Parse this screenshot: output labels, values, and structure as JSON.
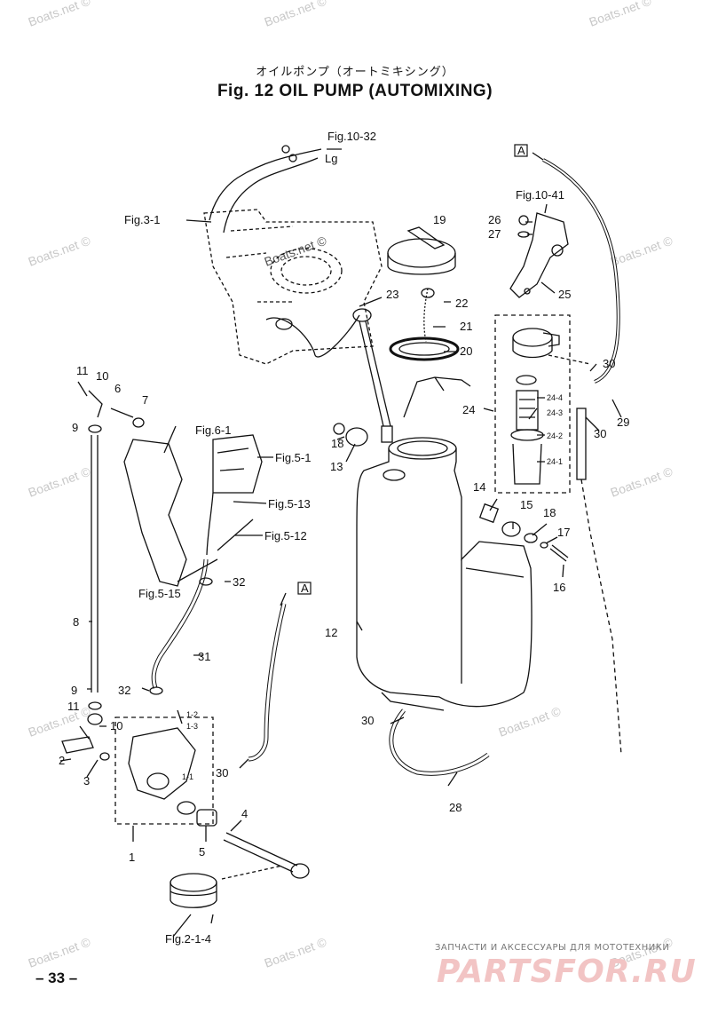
{
  "header": {
    "title_jp": "オイルポンプ（オートミキシング）",
    "title_en": "Fig. 12    OIL PUMP   (AUTOMIXING)"
  },
  "watermark": "Boats.net ©",
  "page_number": "– 33 –",
  "brand": {
    "subtitle": "ЗАПЧАСТИ И АКСЕССУАРЫ ДЛЯ МОТОТЕХНИКИ",
    "name": "PARTSFOR.RU"
  },
  "refs": {
    "fig10_32": "Fig.10-32",
    "lg": "Lg",
    "fig3_1": "Fig.3-1",
    "fig10_41": "Fig.10-41",
    "fig6_1": "Fig.6-1",
    "fig5_1": "Fig.5-1",
    "fig5_13": "Fig.5-13",
    "fig5_12": "Fig.5-12",
    "fig5_15": "Fig.5-15",
    "fig2_1_4": "Fig.2-1-4",
    "box_a": "A"
  },
  "parts": {
    "p1": "1",
    "p1_1": "1-1",
    "p1_2": "1-2",
    "p1_3": "1-3",
    "p2": "2",
    "p3": "3",
    "p4": "4",
    "p5": "5",
    "p6": "6",
    "p7": "7",
    "p8": "8",
    "p9": "9",
    "p10": "10",
    "p11": "11",
    "p12": "12",
    "p13": "13",
    "p14": "14",
    "p15": "15",
    "p16": "16",
    "p17": "17",
    "p18": "18",
    "p19": "19",
    "p20": "20",
    "p21": "21",
    "p22": "22",
    "p23": "23",
    "p24": "24",
    "p24_1": "24-1",
    "p24_2": "24-2",
    "p24_3": "24-3",
    "p24_4": "24-4",
    "p25": "25",
    "p26": "26",
    "p27": "27",
    "p28": "28",
    "p29": "29",
    "p30": "30",
    "p31": "31",
    "p32": "32"
  }
}
